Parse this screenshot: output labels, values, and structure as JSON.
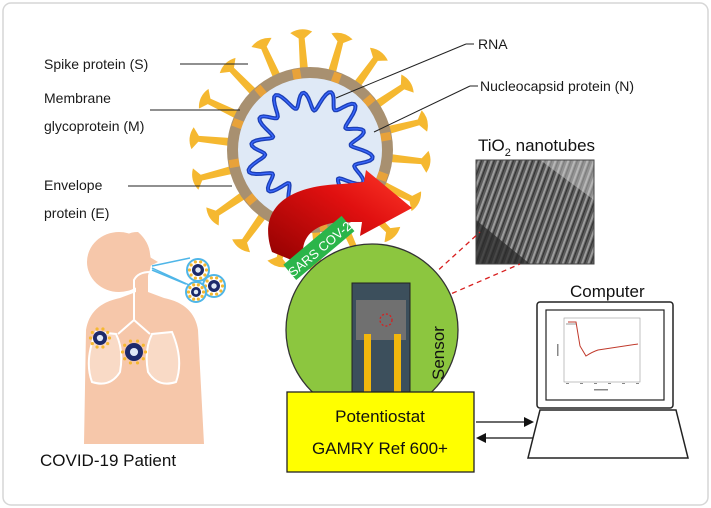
{
  "labels": {
    "spike": "Spike protein (S)",
    "membrane_line1": "Membrane",
    "membrane_line2": "glycoprotein (M)",
    "envelope_line1": "Envelope",
    "envelope_line2": "protein (E)",
    "rna": "RNA",
    "nucleocapsid": "Nucleocapsid protein (N)",
    "tio2_prefix": "TiO",
    "tio2_sub": "2",
    "tio2_suffix": " nanotubes",
    "sars": "SARS COV-2",
    "sensor": "Sensor",
    "computer": "Computer",
    "potentiostat_line1": "Potentiostat",
    "potentiostat_line2": "GAMRY Ref 600+",
    "patient": "COVID-19 Patient"
  },
  "colors": {
    "spike": "#f5b830",
    "membrane": "#a89070",
    "envelope": "#e8a23a",
    "core": "#dfe9f6",
    "rna": "#1c3fb5",
    "body": "#f6c7aa",
    "sensor_circle": "#8cc63f",
    "potentiostat": "#ffff00",
    "arrow": "#e01010",
    "label_bg": "#2bb54a",
    "laser": "#d81e1e"
  }
}
